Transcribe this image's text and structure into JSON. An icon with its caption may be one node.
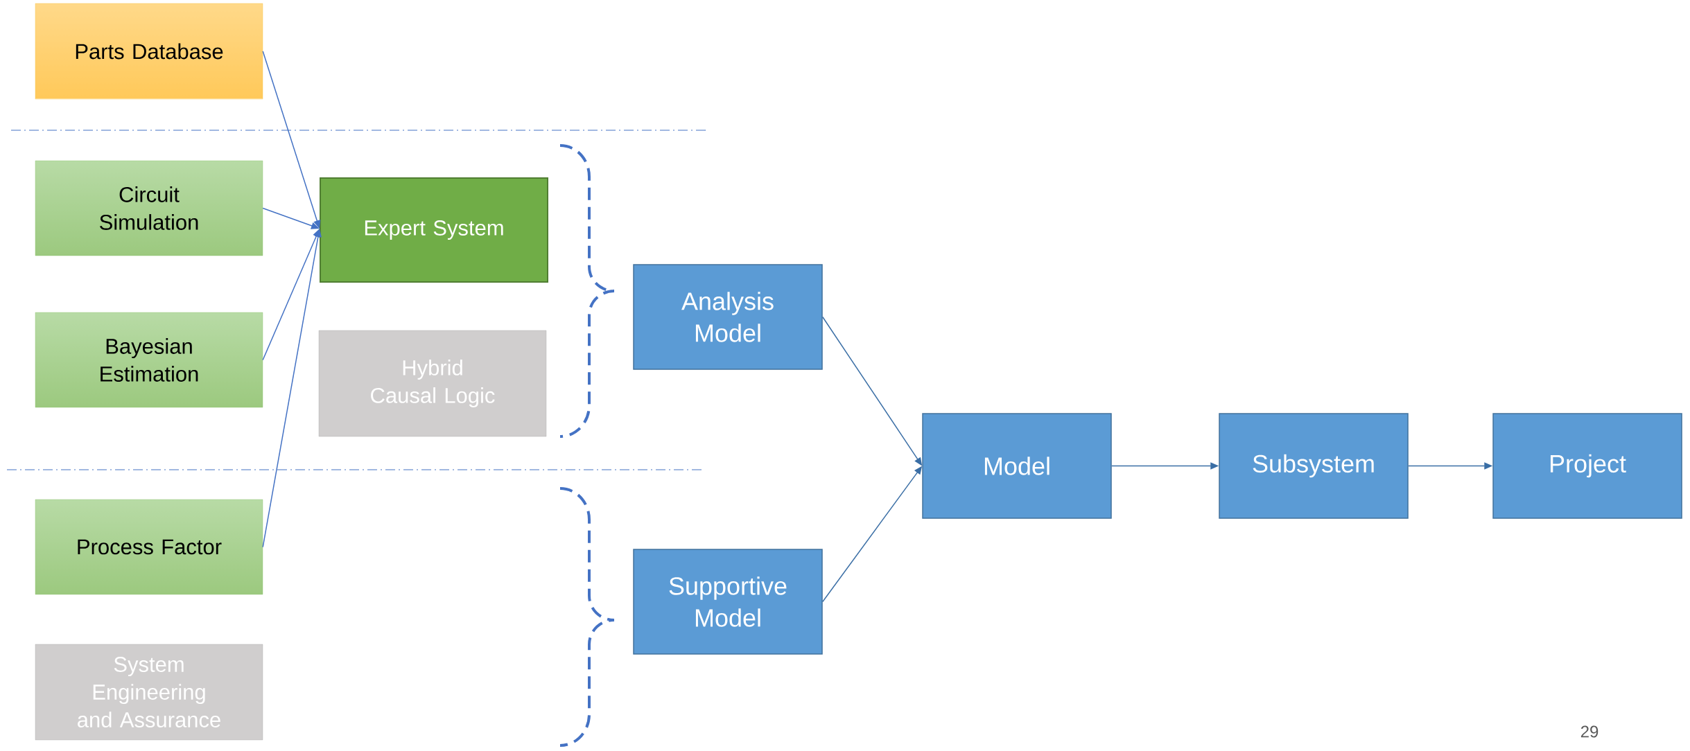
{
  "diagram": {
    "nodes": [
      {
        "text": [
          "Parts Database"
        ]
      },
      {
        "text": [
          "Circuit Simulation"
        ]
      },
      {
        "text": [
          "Bayesian Estimation"
        ]
      },
      {
        "text": [
          "Process Factor"
        ]
      },
      {
        "text": [
          "System Engineering and Assurance"
        ]
      },
      {
        "text": [
          "Expert System"
        ]
      },
      {
        "text": [
          "Hybrid Causal Logic"
        ]
      },
      {
        "text": [
          "Analysis Model"
        ]
      },
      {
        "text": [
          "Supportive Model"
        ]
      },
      {
        "text": [
          "Model"
        ]
      },
      {
        "text": [
          "Subsystem"
        ]
      },
      {
        "text": [
          "Project"
        ]
      }
    ],
    "edges": [
      {
        "from": 0,
        "to": 5,
        "arrow": "to",
        "color": "#4472c4"
      },
      {
        "from": 1,
        "to": 5,
        "arrow": "to",
        "color": "#4472c4"
      },
      {
        "from": 2,
        "to": 5,
        "arrow": "to",
        "color": "#4472c4"
      },
      {
        "from": 3,
        "to": 5,
        "arrow": "to",
        "color": "#4472c4"
      },
      {
        "from": 7,
        "to": 9,
        "arrow": "to"
      },
      {
        "from": 8,
        "to": 9,
        "arrow": "to"
      },
      {
        "from": 9,
        "to": 10,
        "arrow": "to"
      },
      {
        "from": 10,
        "to": 11,
        "arrow": "to"
      }
    ],
    "labels": [
      "29"
    ]
  }
}
